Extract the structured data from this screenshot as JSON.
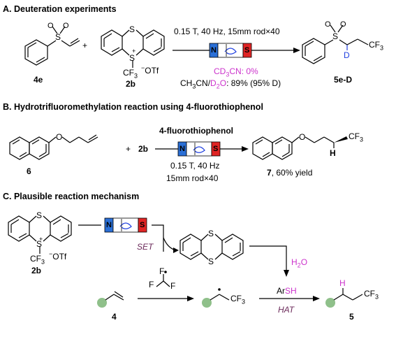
{
  "sections": {
    "a_title": "A. Deuteration experiments",
    "b_title": "B. Hydrotrifluoromethylation reaction using 4-fluorothiophenol",
    "c_title": "C. Plausible reaction mechanism"
  },
  "section_a": {
    "compound_4e": "4e",
    "plus": "+",
    "compound_2b": "2b",
    "otf": "OTf",
    "s_plus": "+",
    "conditions_top": "0.15 T, 40 Hz, 15mm rod×40",
    "magnet_n": "N",
    "magnet_s": "S",
    "solvent1_prefix": "CD",
    "solvent1_sub1": "3",
    "solvent1_mid": "CN",
    "solvent1_result": ": 0%",
    "solvent2_prefix": "CH",
    "solvent2_sub1": "3",
    "solvent2_mid": "CN/",
    "solvent2_d": "D",
    "solvent2_sub2": "2",
    "solvent2_o": "O",
    "solvent2_result": ": 89% (95% D)",
    "product_label": "5e-D",
    "product_d": "D",
    "cf3": "CF"
  },
  "section_b": {
    "compound_6": "6",
    "plus": "+",
    "reagent_2b": "2b",
    "reagent_top": "4-fluorothiophenol",
    "conditions1": "0.15 T, 40 Hz",
    "conditions2": "15mm rod×40",
    "product_num": "7",
    "product_yield": ", 60% yield",
    "h_label": "H",
    "cf3": "CF"
  },
  "section_c": {
    "label_2b": "2b",
    "set": "SET",
    "h2o_h": "H",
    "h2o_sub": "2",
    "h2o_o": "O",
    "arsh_ar": "Ar",
    "arsh_sh": "SH",
    "hat": "HAT",
    "compound_4": "4",
    "compound_5": "5",
    "h_label": "H",
    "cf3": "CF"
  },
  "colors": {
    "magnet_blue": "#2a6fd6",
    "magnet_red": "#e02424",
    "magenta": "#cc33cc",
    "deuterium_blue": "#2040e0",
    "purple_text": "#6b2a5a",
    "green_dot": "#8fc08a"
  }
}
